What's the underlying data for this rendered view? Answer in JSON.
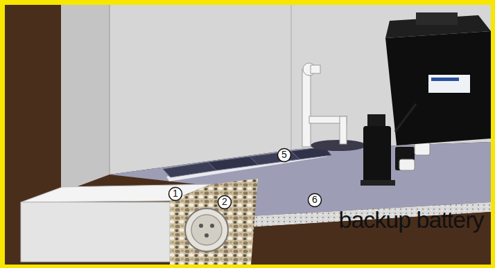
{
  "diagram": {
    "labels": [
      "1",
      "2",
      "5",
      "6",
      "backup battery"
    ]
  }
}
